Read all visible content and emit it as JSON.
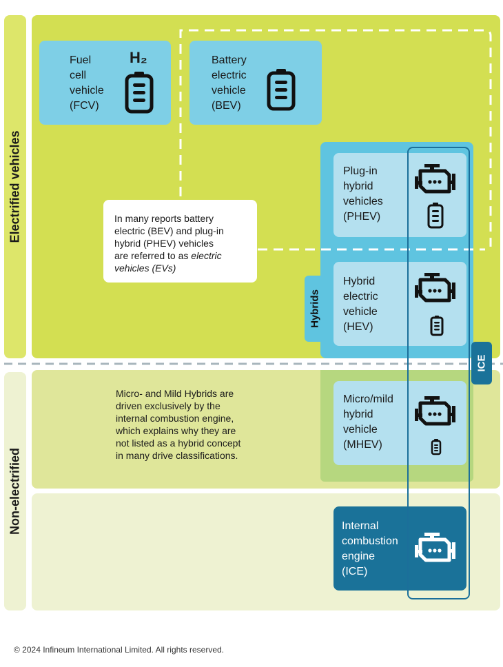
{
  "colors": {
    "electrified_bg": "#d3df52",
    "electrified_sidebar": "#dde66a",
    "mild_bg": "#dfe69a",
    "ice_bg": "#eef2d2",
    "hybrid_panel": "#5fc4e0",
    "card_light": "#b4e0ef",
    "card_mid": "#7ecfe6",
    "card_dark": "#1a7299",
    "outline_blue": "#1b6f9a",
    "dash_white": "#ffffff"
  },
  "sidebars": {
    "electrified": "Electrified vehicles",
    "non_electrified": "Non-electrified"
  },
  "cards": {
    "fcv": {
      "label": "Fuel\ncell\nvehicle\n(FCV)",
      "badge": "H₂"
    },
    "bev": {
      "label": "Battery\nelectric\nvehicle\n(BEV)"
    },
    "phev": {
      "label": "Plug-in\nhybrid\nvehicles\n(PHEV)"
    },
    "hev": {
      "label": "Hybrid\nelectric\nvehicle\n(HEV)"
    },
    "mhev": {
      "label": "Micro/mild\nhybrid\nvehicle\n(MHEV)"
    },
    "ice": {
      "label": "Internal\ncombustion\nengine\n(ICE)"
    }
  },
  "note_ev": {
    "text_plain": "In many reports battery\nelectric (BEV) and plug-in\nhybrid (PHEV) vehicles\nare referred to as ",
    "text_italic": "electric\nvehicles (EVs)"
  },
  "note_mild": "Micro- and Mild Hybrids are\ndriven exclusively by the\ninternal combustion engine,\nwhich explains why they are\nnot listed as a hybrid concept\nin many drive classifications.",
  "tags": {
    "hybrids": "Hybrids",
    "ice": "ICE"
  },
  "icons": [
    "battery-icon",
    "engine-icon"
  ],
  "footer": "© 2024 Infineum International Limited. All rights reserved."
}
